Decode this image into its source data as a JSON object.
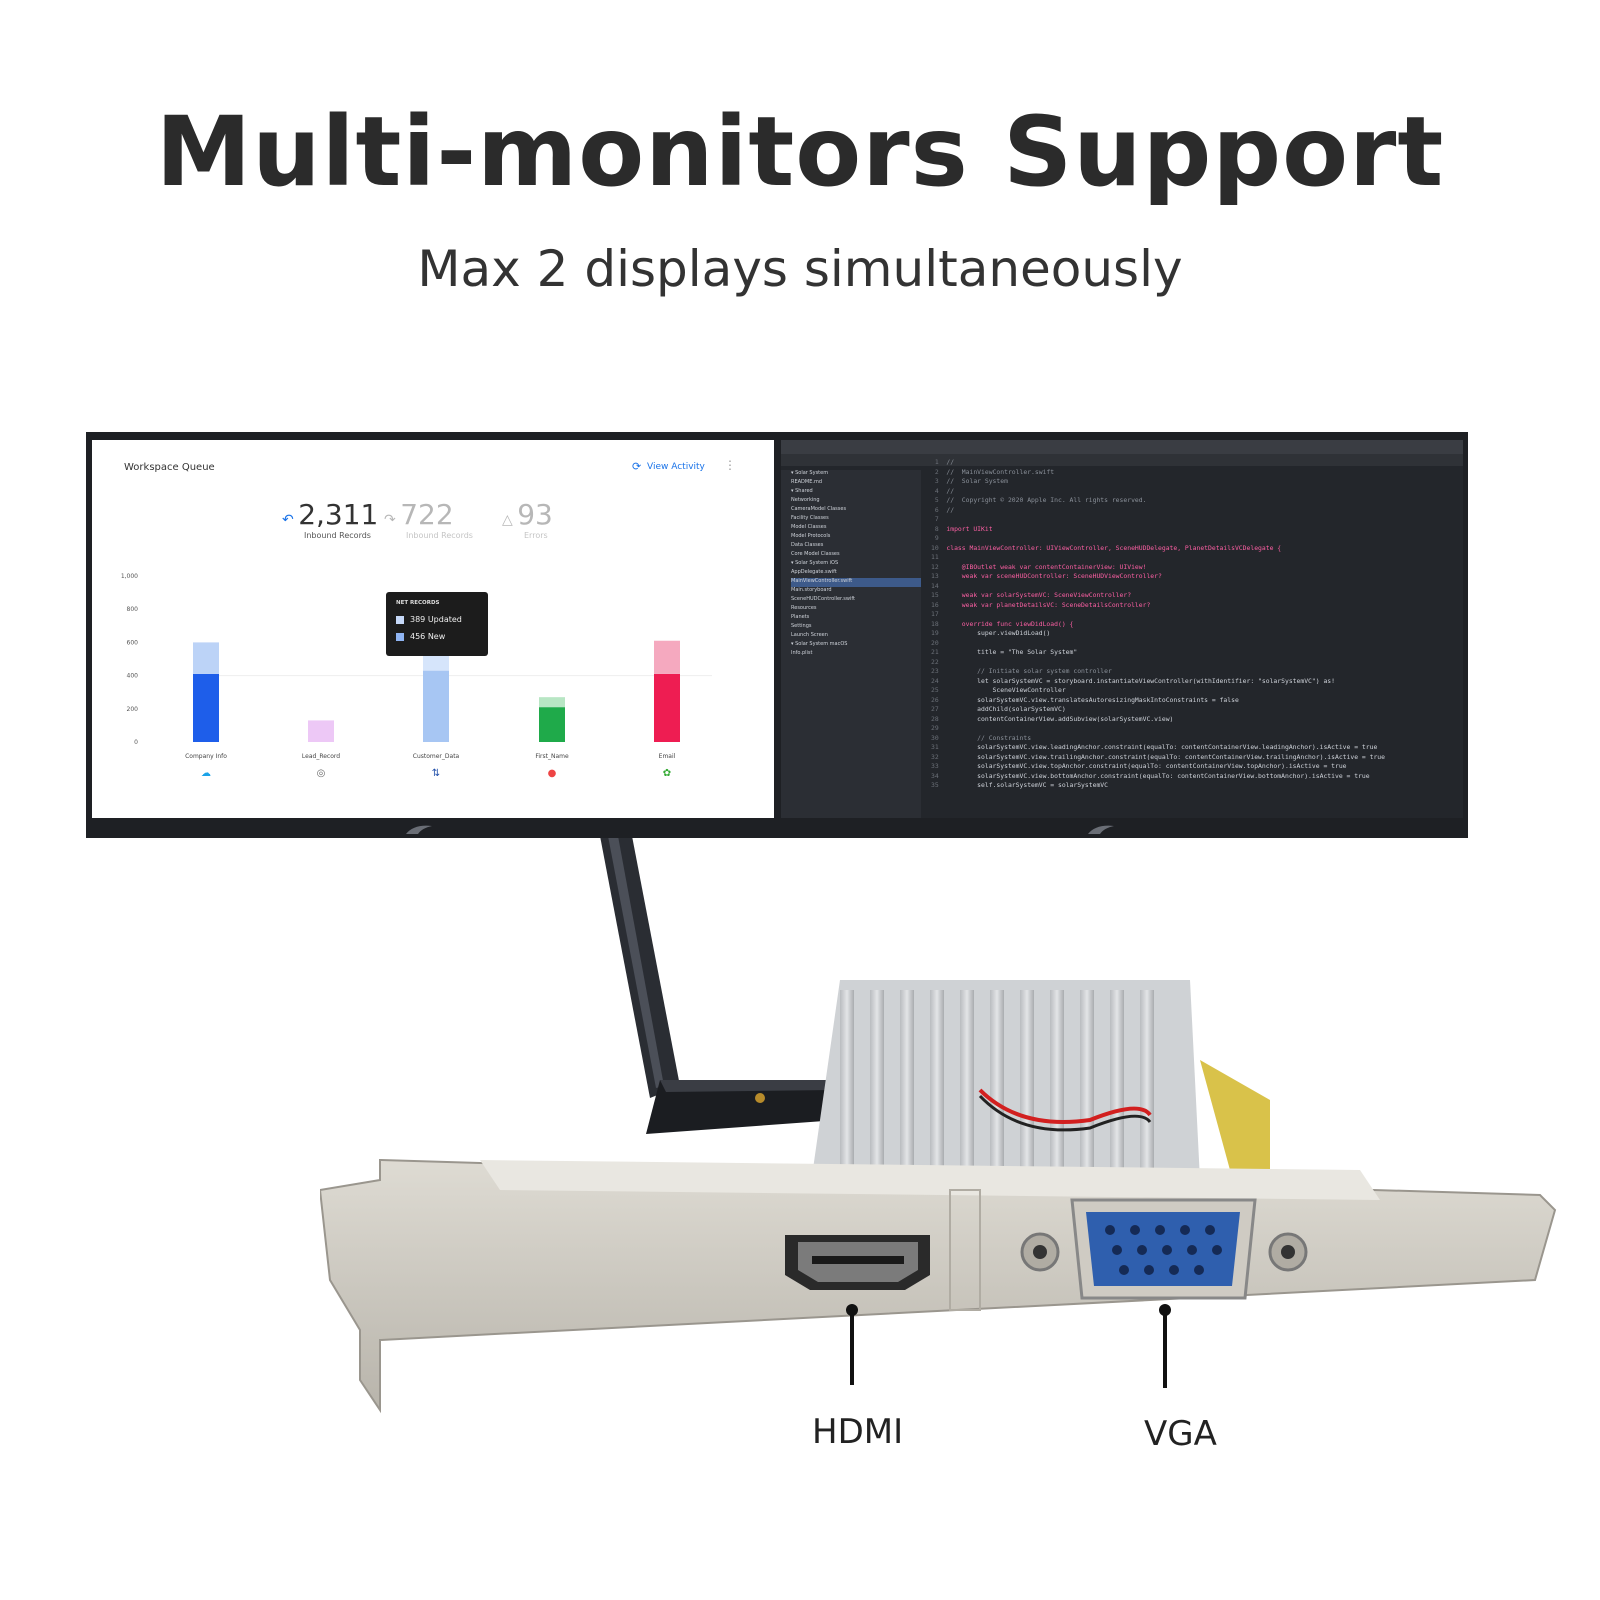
{
  "header": {
    "title": "Multi-monitors Support",
    "subtitle": "Max 2 displays simultaneously"
  },
  "ports": {
    "hdmi": "HDMI",
    "vga": "VGA"
  },
  "left_screen": {
    "title": "Workspace Queue",
    "view_activity": "View Activity",
    "metrics": [
      {
        "value": "2,311",
        "caption": "Inbound Records"
      },
      {
        "value": "722",
        "caption": "Inbound Records"
      },
      {
        "value": "93",
        "caption": "Errors"
      }
    ],
    "tooltip": {
      "heading": "NET RECORDS",
      "line1": "389 Updated",
      "line2": "456 New"
    },
    "chart_data": {
      "type": "bar",
      "categories": [
        "Company Info",
        "Lead_Record",
        "Customer_Data",
        "First_Name",
        "Email"
      ],
      "series": [
        {
          "values": [
            410,
            0,
            430,
            210,
            410
          ]
        },
        {
          "values": [
            190,
            130,
            170,
            60,
            200
          ]
        }
      ],
      "yticks": [
        "1,000",
        "800",
        "600",
        "400",
        "200",
        "0"
      ],
      "ylim": [
        0,
        1000
      ],
      "colors": {
        "solid": [
          "#1e5eea",
          "#c36ae6",
          "#a7c6f3",
          "#1faa4a",
          "#ee1d52"
        ],
        "light": [
          "#bcd3f7",
          "#edc8f6",
          "#d6e5fb",
          "#b8e6c4",
          "#f5a9bf"
        ]
      }
    }
  },
  "right_screen": {
    "code_lines": [
      "//",
      "//  MainViewController.swift",
      "//  Solar System",
      "//",
      "//  Copyright © 2020 Apple Inc. All rights reserved.",
      "//",
      "",
      "import UIKit",
      "",
      "class MainViewController: UIViewController, SceneHUDDelegate, PlanetDetailsVCDelegate {",
      "",
      "    @IBOutlet weak var contentContainerView: UIView!",
      "    weak var sceneHUDController: SceneHUDViewController?",
      "",
      "    weak var solarSystemVC: SceneViewController?",
      "    weak var planetDetailsVC: SceneDetailsController?",
      "",
      "    override func viewDidLoad() {",
      "        super.viewDidLoad()",
      "",
      "        title = \"The Solar System\"",
      "",
      "        // Initiate solar system controller",
      "        let solarSystemVC = storyboard.instantiateViewController(withIdentifier: \"solarSystemVC\") as!",
      "            SceneViewController",
      "        solarSystemVC.view.translatesAutoresizingMaskIntoConstraints = false",
      "        addChild(solarSystemVC)",
      "        contentContainerView.addSubview(solarSystemVC.view)",
      "",
      "        // Constraints",
      "        solarSystemVC.view.leadingAnchor.constraint(equalTo: contentContainerView.leadingAnchor).isActive = true",
      "        solarSystemVC.view.trailingAnchor.constraint(equalTo: contentContainerView.trailingAnchor).isActive = true",
      "        solarSystemVC.view.topAnchor.constraint(equalTo: contentContainerView.topAnchor).isActive = true",
      "        solarSystemVC.view.bottomAnchor.constraint(equalTo: contentContainerView.bottomAnchor).isActive = true",
      "        self.solarSystemVC = solarSystemVC"
    ],
    "tree_items": [
      "Solar System",
      "README.md",
      "Shared",
      "Networking",
      "CameraModel Classes",
      "Facility Classes",
      "Model Classes",
      "Model Protocols",
      "Data Classes",
      "Core Model Classes",
      "Solar System iOS",
      "AppDelegate.swift",
      "MainViewController.swift",
      "Main.storyboard",
      "SceneHUDController.swift",
      "Resources",
      "Planets",
      "Settings",
      "Launch Screen",
      "Solar System macOS",
      "Info.plist"
    ]
  },
  "colors": {
    "title": "#2b2b2b",
    "vga_blue": "#2f5fae",
    "bracket": "#c9c6bf"
  }
}
